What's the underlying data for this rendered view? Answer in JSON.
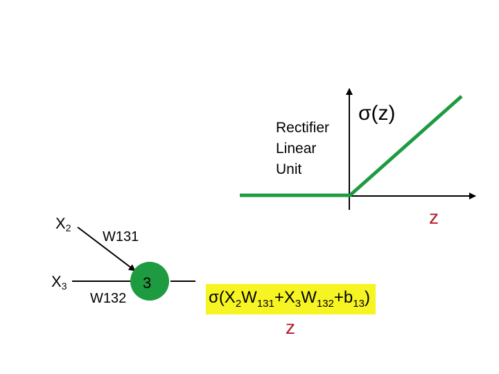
{
  "relu_label": [
    "Rectifier",
    "Linear",
    "Unit"
  ],
  "plot": {
    "y_label": "σ(z)",
    "x_label": "z"
  },
  "inputs": [
    {
      "name": "X",
      "sub": "2"
    },
    {
      "name": "X",
      "sub": "3"
    }
  ],
  "weights": [
    "W131",
    "W132"
  ],
  "node_label": "3",
  "formula": {
    "prefix": "σ(X",
    "sub1": "2",
    "w1": "W",
    "sub2": "131",
    "plus1": "+X",
    "sub3": "3",
    "w2": "W",
    "sub4": "132",
    "plus2": "+b",
    "sub5": "13",
    "suffix": ")"
  },
  "output_label": "z",
  "colors": {
    "relu_line": "#1e9b40",
    "node_fill": "#1e9b40",
    "highlight": "#f7f423",
    "z_label": "#b0202a"
  }
}
